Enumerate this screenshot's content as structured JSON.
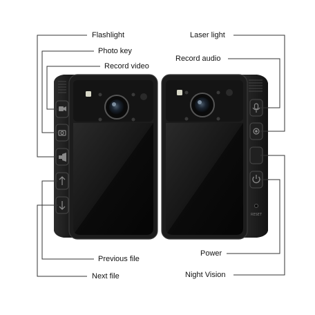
{
  "labels": {
    "flashlight": "Flashlight",
    "photo_key": "Photo key",
    "record_video": "Record video",
    "previous_file": "Previous file",
    "next_file": "Next file",
    "laser_light": "Laser light",
    "record_audio": "Record audio",
    "power": "Power",
    "night_vision": "Night Vision"
  },
  "device": {
    "reset_label": "RESET"
  },
  "colors": {
    "body": "#1a1a1a",
    "screen": "#0e0e0e",
    "leader_line": "#333333"
  },
  "icons": [
    "video-camera-icon",
    "camera-icon",
    "flashlight-icon",
    "arrow-up-icon",
    "arrow-down-icon",
    "microphone-icon",
    "laser-icon",
    "moon-icon",
    "power-icon"
  ]
}
